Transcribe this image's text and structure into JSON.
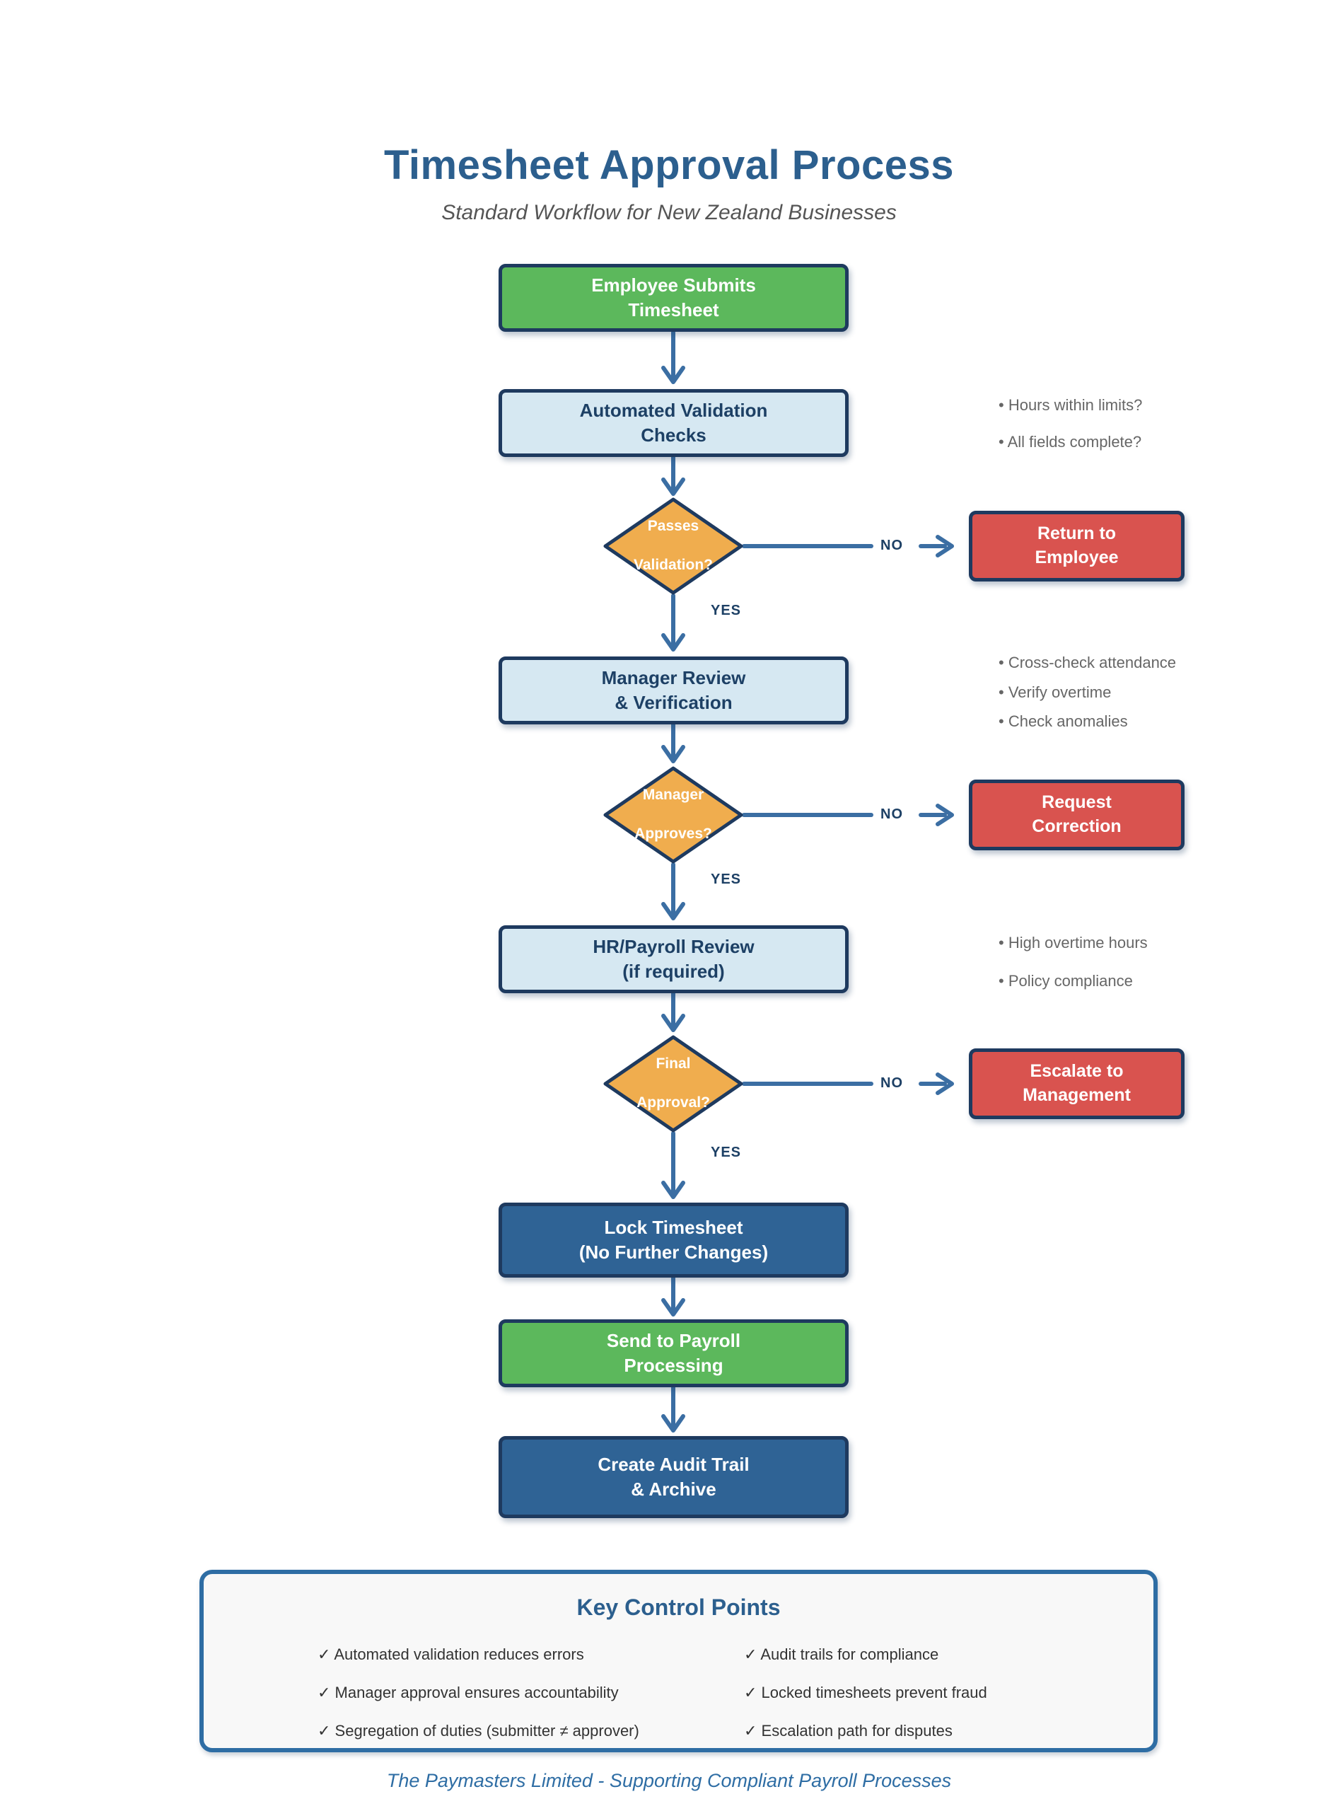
{
  "header": {
    "title": "Timesheet Approval Process",
    "subtitle": "Standard Workflow for New Zealand Businesses"
  },
  "labels": {
    "yes": "YES",
    "no": "NO"
  },
  "flow": {
    "start": "Employee Submits\nTimesheet",
    "validation": "Automated Validation\nChecks",
    "validation_notes": [
      "• Hours within limits?",
      "• All fields complete?"
    ],
    "decision1": "Passes\nValidation?",
    "reject1": "Return to\nEmployee",
    "manager_review": "Manager Review\n& Verification",
    "manager_notes": [
      "• Cross-check attendance",
      "• Verify overtime",
      "• Check anomalies"
    ],
    "decision2": "Manager\nApproves?",
    "reject2": "Request\nCorrection",
    "hr_review": "HR/Payroll Review\n(if required)",
    "hr_notes": [
      "• High overtime hours",
      "• Policy compliance"
    ],
    "decision3": "Final\nApproval?",
    "reject3": "Escalate to\nManagement",
    "lock": "Lock Timesheet\n(No Further Changes)",
    "send": "Send to Payroll\nProcessing",
    "audit": "Create Audit Trail\n& Archive"
  },
  "key_controls": {
    "title": "Key Control Points",
    "left": [
      "✓ Automated validation reduces errors",
      "✓ Manager approval ensures accountability",
      "✓ Segregation of duties (submitter ≠ approver)"
    ],
    "right": [
      "✓ Audit trails for compliance",
      "✓ Locked timesheets prevent fraud",
      "✓ Escalation path for disputes"
    ]
  },
  "footer": "The Paymasters Limited - Supporting Compliant Payroll Processes",
  "colors": {
    "title_blue": "#2c5f8e",
    "border_navy": "#1e3a5f",
    "arrow_steel": "#3b6ea3",
    "start_end_green": "#5cb85c",
    "process_light_blue": "#d6e8f2",
    "terminal_dark_blue": "#2f6395",
    "reject_red": "#d9534f",
    "decision_orange": "#f0ad4e",
    "key_border_blue": "#2e6da4",
    "note_gray": "#666666"
  }
}
